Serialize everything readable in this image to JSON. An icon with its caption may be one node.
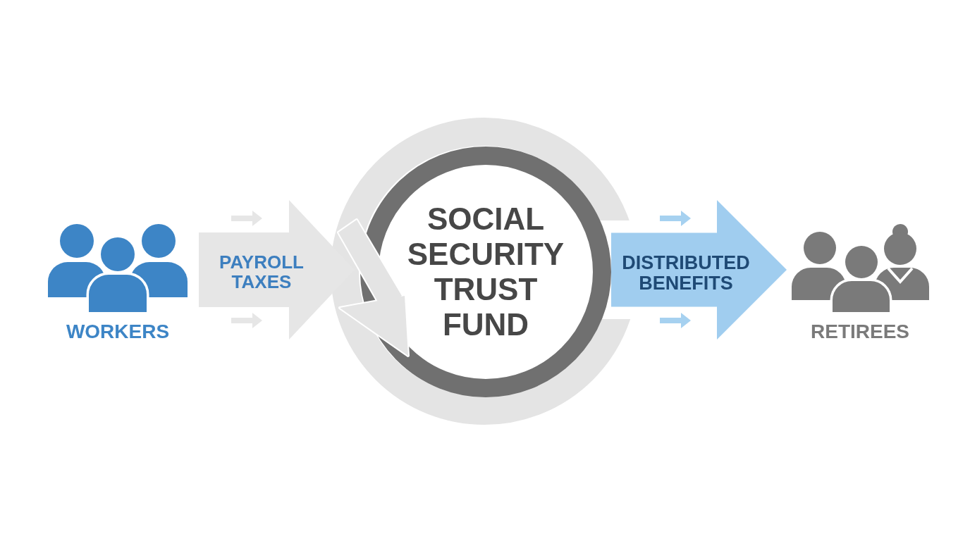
{
  "diagram": {
    "nodes": [
      {
        "text": [
          "WORKERS"
        ]
      },
      {
        "text": [
          "SOCIAL SECURITY TRUST FUND"
        ]
      },
      {
        "text": [
          "RETIREES"
        ]
      }
    ],
    "edges": [
      {
        "from": 0,
        "to": 1,
        "arrow": "to",
        "label": "PAYROLL TAXES",
        "color": "#e6e6e6"
      },
      {
        "from": 1,
        "to": 2,
        "arrow": "to",
        "label": "DISTRIBUTED BENEFITS",
        "color": "#a0cdef"
      }
    ]
  }
}
